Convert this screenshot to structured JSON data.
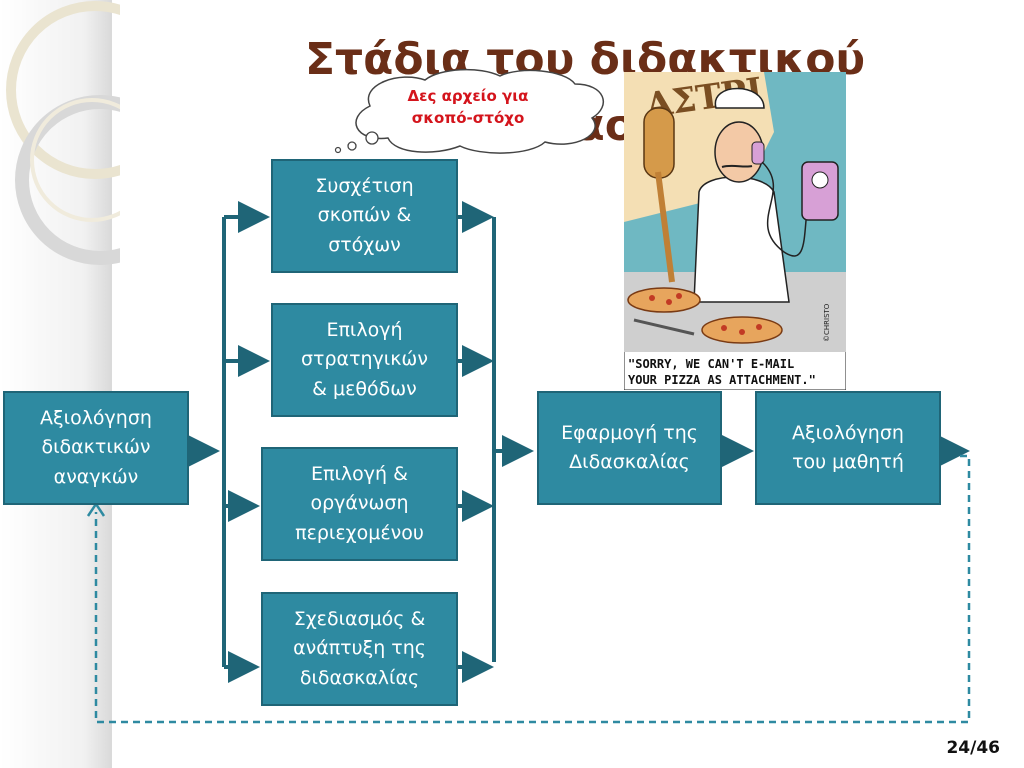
{
  "slide": {
    "title_line1": "Στάδια του διδακτικού",
    "title_line2": "σχεδιασμού",
    "page_number": "24/46"
  },
  "callout": {
    "text": "Δες αρχείο για\nσκοπό-στόχο"
  },
  "boxes": {
    "needs_assessment": "Αξιολόγηση\nδιδακτικών\nαναγκών",
    "goals_objectives": "Συσχέτιση\nσκοπών &\nστόχων",
    "strategies_methods": "Επιλογή\nστρατηγικών\n& μεθόδων",
    "content_organization": "Επιλογή &\nοργάνωση\nπεριεχομένου",
    "design_development": "Σχεδιασμός &\nανάπτυξη της\nδιδασκαλίας",
    "implementation": "Εφαρμογή της\nΔιδασκαλίας",
    "student_assessment": "Αξιολόγηση\nτου  μαθητή"
  },
  "cartoon": {
    "sign": "ΑΣΤΡΙ",
    "caption_line1": "\"SORRY, WE CAN'T  E-MAIL",
    "caption_line2": "YOUR PIZZA AS ATTACHMENT.\"",
    "signature": "©CHRISTO"
  },
  "colors": {
    "box_fill": "#2e8aa1",
    "box_border": "#1f6577",
    "arrow": "#1f6577",
    "title": "#6a2e17",
    "callout_text": "#d4141c"
  }
}
